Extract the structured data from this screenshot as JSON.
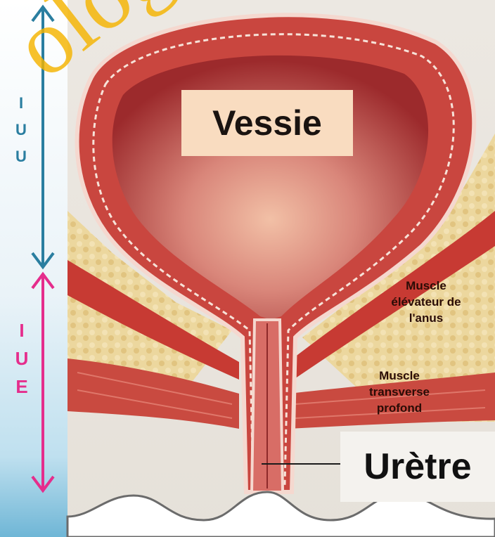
{
  "labels": {
    "vessie": "Vessie",
    "uretre": "Urètre",
    "levator": [
      "Muscle",
      "élévateur de",
      "l'anus"
    ],
    "transverse": [
      "Muscle",
      "transverse",
      "profond"
    ]
  },
  "scale": {
    "iuu_letters": [
      "I",
      "U",
      "U"
    ],
    "iue_letters": [
      "I",
      "U",
      "E"
    ]
  },
  "watermark": "ologie",
  "colors": {
    "iuu_arrow": "#2a7ea0",
    "iue_arrow": "#e52d8c",
    "watermark": "#f5b400",
    "label_box": "#f9dcc0",
    "muscle": "#c73a33",
    "fat": "#e8cf8e"
  }
}
